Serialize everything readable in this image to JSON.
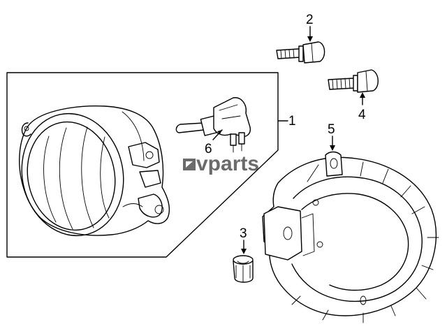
{
  "diagram": {
    "callouts": [
      "1",
      "2",
      "3",
      "4",
      "5",
      "6"
    ],
    "watermark": "vparts"
  },
  "parts": {
    "fog_lamp_assembly": "fog-lamp-icon",
    "bulb": "bulb-icon",
    "bolt_upper": "bolt-icon",
    "bolt_lower": "bolt-icon",
    "clip": "clip-nut-icon",
    "bracket": "bracket-icon"
  }
}
